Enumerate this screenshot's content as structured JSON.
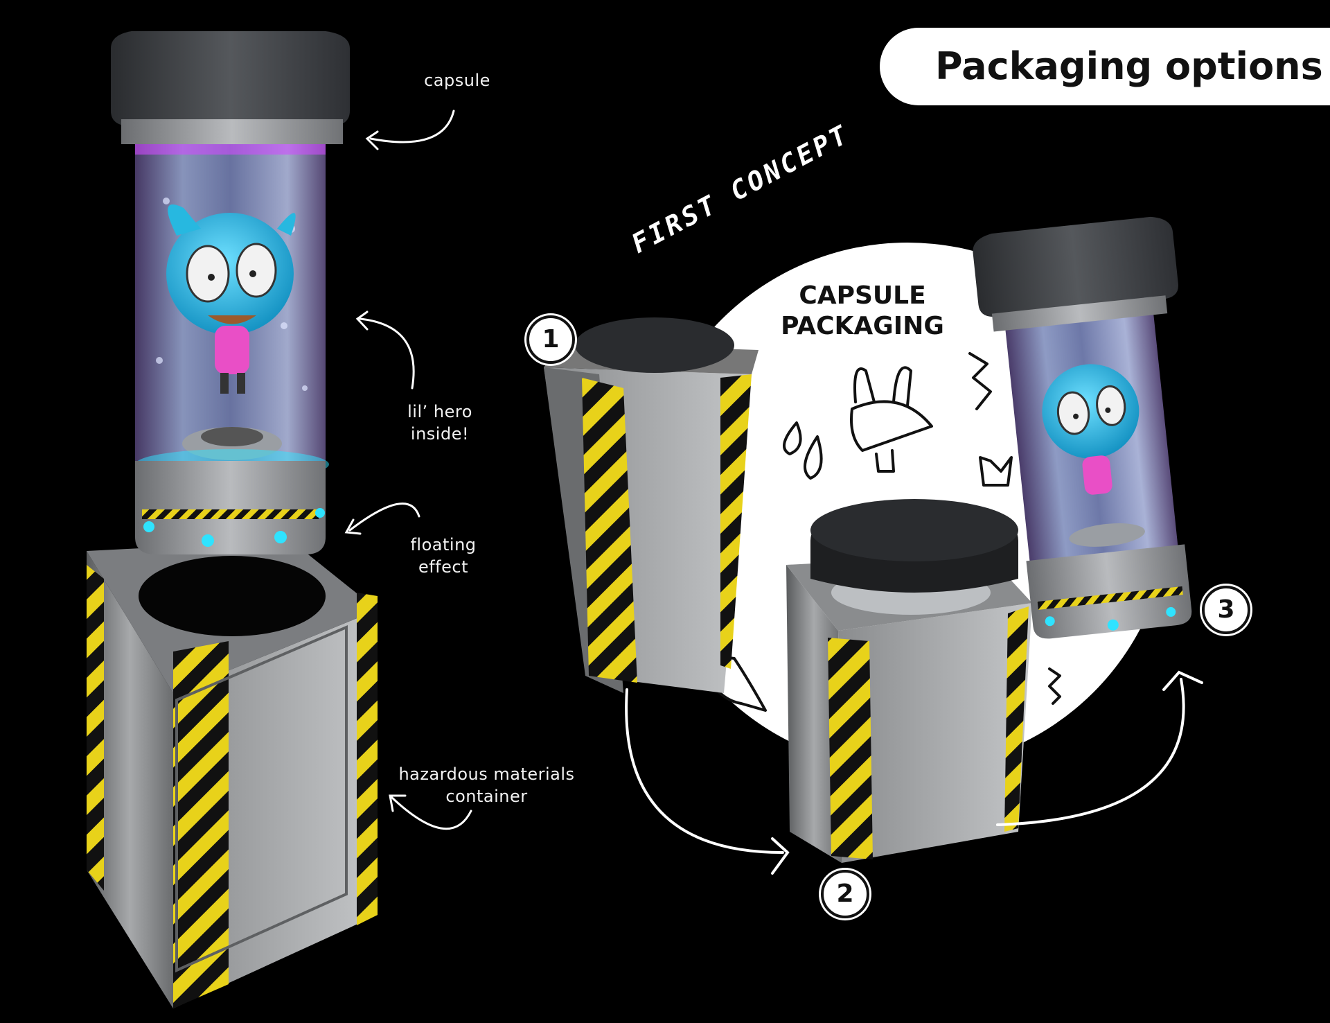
{
  "header": {
    "title": "Packaging options"
  },
  "annotations": {
    "capsule": "capsule",
    "hero_line1": "lil’ hero",
    "hero_line2": "inside!",
    "floating_line1": "floating",
    "floating_line2": "effect",
    "container_line1": "hazardous materials",
    "container_line2": "container"
  },
  "concept": {
    "tag": "FIRST CONCEPT",
    "title_line1": "CAPSULE",
    "title_line2": "PACKAGING"
  },
  "steps": {
    "one": "1",
    "two": "2",
    "three": "3"
  },
  "colors": {
    "background": "#000000",
    "hazard_yellow": "#e8d21a",
    "metal": "#8a8c8e",
    "capsule_cap": "#3a3d40",
    "glow_cyan": "#2fe3ff",
    "glow_magenta": "#d04bff",
    "hero_blue": "#27b8e0",
    "hero_pink": "#e94fc6"
  }
}
